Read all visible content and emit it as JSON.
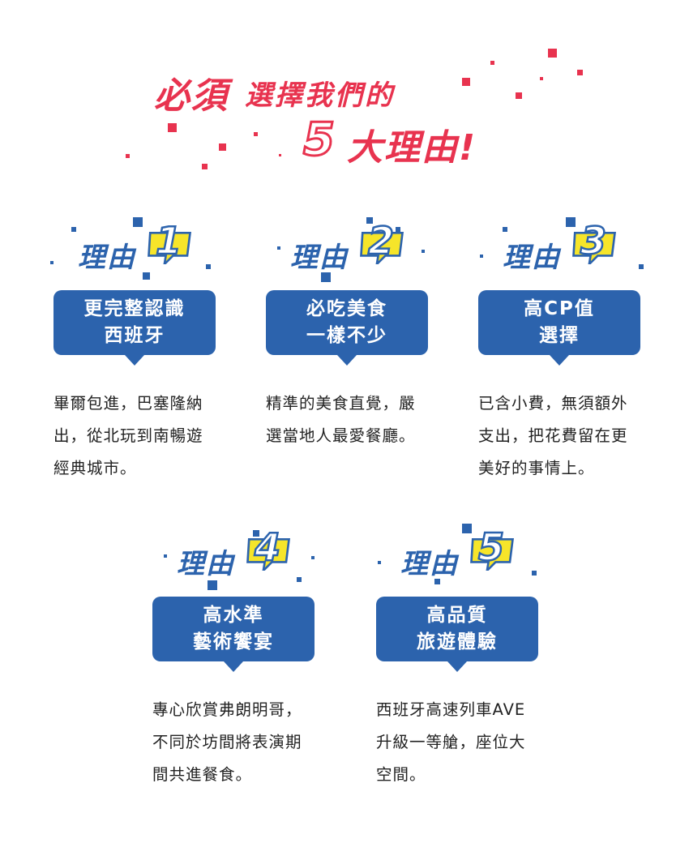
{
  "header": {
    "line1_a": "必須",
    "line1_b": "選擇我們的",
    "line2_num": "5",
    "line2_b": "大理由!"
  },
  "colors": {
    "accent_red": "#e8334f",
    "brand_blue": "#2c63ad",
    "bubble_yellow": "#f6e52a"
  },
  "reasons": [
    {
      "label": "理由",
      "num": "1",
      "title1": "更完整認識",
      "title2": "西班牙",
      "desc1": "畢爾包進，巴塞隆納",
      "desc2": "出，從北玩到南暢遊",
      "desc3": "經典城市。"
    },
    {
      "label": "理由",
      "num": "2",
      "title1": "必吃美食",
      "title2": "一樣不少",
      "desc1": "精準的美食直覺，嚴",
      "desc2": "選當地人最愛餐廳。",
      "desc3": ""
    },
    {
      "label": "理由",
      "num": "3",
      "title1": "高CP值",
      "title2": "選擇",
      "desc1": "已含小費，無須額外",
      "desc2": "支出，把花費留在更",
      "desc3": "美好的事情上。"
    },
    {
      "label": "理由",
      "num": "4",
      "title1": "高水準",
      "title2": "藝術饗宴",
      "desc1": "專心欣賞弗朗明哥，",
      "desc2": "不同於坊間將表演期",
      "desc3": "間共進餐食。"
    },
    {
      "label": "理由",
      "num": "5",
      "title1": "高品質",
      "title2": "旅遊體驗",
      "desc1": "西班牙高速列車AVE",
      "desc2": "升級一等艙，座位大",
      "desc3": "空間。"
    }
  ]
}
